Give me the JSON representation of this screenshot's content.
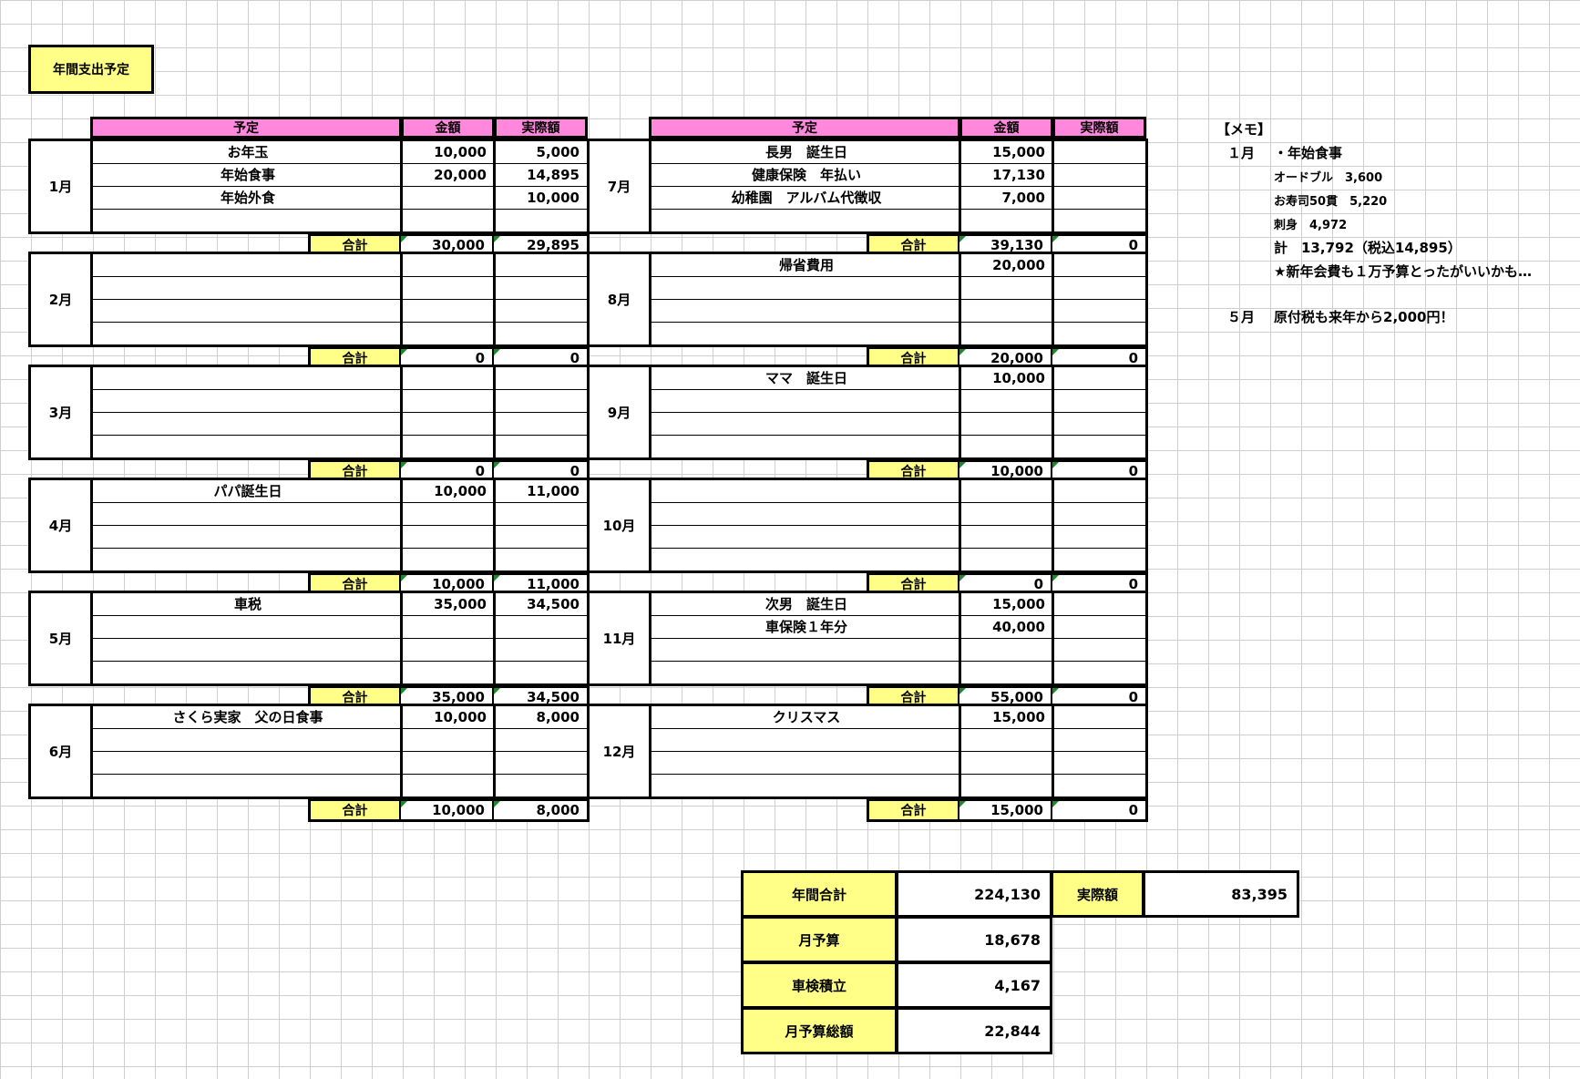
{
  "title": "年間支出予定",
  "headers": {
    "item": "予定",
    "amount": "金額",
    "actual": "実際額"
  },
  "total_label": "合計",
  "left_months": [
    {
      "name": "1月",
      "rows": [
        {
          "item": "お年玉",
          "amount": "10,000",
          "actual": "5,000"
        },
        {
          "item": "年始食事",
          "amount": "20,000",
          "actual": "14,895"
        },
        {
          "item": "年始外食",
          "amount": "",
          "actual": "10,000"
        },
        {
          "item": "",
          "amount": "",
          "actual": ""
        }
      ],
      "total_amount": "30,000",
      "total_actual": "29,895"
    },
    {
      "name": "2月",
      "rows": [
        {
          "item": "",
          "amount": "",
          "actual": ""
        },
        {
          "item": "",
          "amount": "",
          "actual": ""
        },
        {
          "item": "",
          "amount": "",
          "actual": ""
        },
        {
          "item": "",
          "amount": "",
          "actual": ""
        }
      ],
      "total_amount": "0",
      "total_actual": "0"
    },
    {
      "name": "3月",
      "rows": [
        {
          "item": "",
          "amount": "",
          "actual": ""
        },
        {
          "item": "",
          "amount": "",
          "actual": ""
        },
        {
          "item": "",
          "amount": "",
          "actual": ""
        },
        {
          "item": "",
          "amount": "",
          "actual": ""
        }
      ],
      "total_amount": "0",
      "total_actual": "0"
    },
    {
      "name": "4月",
      "rows": [
        {
          "item": "パパ誕生日",
          "amount": "10,000",
          "actual": "11,000"
        },
        {
          "item": "",
          "amount": "",
          "actual": ""
        },
        {
          "item": "",
          "amount": "",
          "actual": ""
        },
        {
          "item": "",
          "amount": "",
          "actual": ""
        }
      ],
      "total_amount": "10,000",
      "total_actual": "11,000"
    },
    {
      "name": "5月",
      "rows": [
        {
          "item": "車税",
          "amount": "35,000",
          "actual": "34,500"
        },
        {
          "item": "",
          "amount": "",
          "actual": ""
        },
        {
          "item": "",
          "amount": "",
          "actual": ""
        },
        {
          "item": "",
          "amount": "",
          "actual": ""
        }
      ],
      "total_amount": "35,000",
      "total_actual": "34,500"
    },
    {
      "name": "6月",
      "rows": [
        {
          "item": "さくら実家　父の日食事",
          "amount": "10,000",
          "actual": "8,000"
        },
        {
          "item": "",
          "amount": "",
          "actual": ""
        },
        {
          "item": "",
          "amount": "",
          "actual": ""
        },
        {
          "item": "",
          "amount": "",
          "actual": ""
        }
      ],
      "total_amount": "10,000",
      "total_actual": "8,000"
    }
  ],
  "right_months": [
    {
      "name": "7月",
      "rows": [
        {
          "item": "長男　誕生日",
          "amount": "15,000",
          "actual": ""
        },
        {
          "item": "健康保険　年払い",
          "amount": "17,130",
          "actual": ""
        },
        {
          "item": "幼稚園　アルバム代徴収",
          "amount": "7,000",
          "actual": ""
        },
        {
          "item": "",
          "amount": "",
          "actual": ""
        }
      ],
      "total_amount": "39,130",
      "total_actual": "0"
    },
    {
      "name": "8月",
      "rows": [
        {
          "item": "帰省費用",
          "amount": "20,000",
          "actual": ""
        },
        {
          "item": "",
          "amount": "",
          "actual": ""
        },
        {
          "item": "",
          "amount": "",
          "actual": ""
        },
        {
          "item": "",
          "amount": "",
          "actual": ""
        }
      ],
      "total_amount": "20,000",
      "total_actual": "0"
    },
    {
      "name": "9月",
      "rows": [
        {
          "item": "ママ　誕生日",
          "amount": "10,000",
          "actual": ""
        },
        {
          "item": "",
          "amount": "",
          "actual": ""
        },
        {
          "item": "",
          "amount": "",
          "actual": ""
        },
        {
          "item": "",
          "amount": "",
          "actual": ""
        }
      ],
      "total_amount": "10,000",
      "total_actual": "0"
    },
    {
      "name": "10月",
      "rows": [
        {
          "item": "",
          "amount": "",
          "actual": ""
        },
        {
          "item": "",
          "amount": "",
          "actual": ""
        },
        {
          "item": "",
          "amount": "",
          "actual": ""
        },
        {
          "item": "",
          "amount": "",
          "actual": ""
        }
      ],
      "total_amount": "0",
      "total_actual": "0"
    },
    {
      "name": "11月",
      "rows": [
        {
          "item": "次男　誕生日",
          "amount": "15,000",
          "actual": ""
        },
        {
          "item": "車保険１年分",
          "amount": "40,000",
          "actual": ""
        },
        {
          "item": "",
          "amount": "",
          "actual": ""
        },
        {
          "item": "",
          "amount": "",
          "actual": ""
        }
      ],
      "total_amount": "55,000",
      "total_actual": "0"
    },
    {
      "name": "12月",
      "rows": [
        {
          "item": "クリスマス",
          "amount": "15,000",
          "actual": ""
        },
        {
          "item": "",
          "amount": "",
          "actual": ""
        },
        {
          "item": "",
          "amount": "",
          "actual": ""
        },
        {
          "item": "",
          "amount": "",
          "actual": ""
        }
      ],
      "total_amount": "15,000",
      "total_actual": "0"
    }
  ],
  "memo": {
    "header": "【メモ】",
    "m1_label": "１月",
    "m1_title": "・年始食事",
    "m1_l1": "オードブル　3,600",
    "m1_l2": "お寿司50貫　5,220",
    "m1_l3": "刺身　4,972",
    "m1_total": "計　13,792（税込14,895）",
    "m1_note": "★新年会費も１万予算とったがいいかも…",
    "m5_label": "５月",
    "m5_text": "原付税も来年から2,000円！"
  },
  "summary": {
    "annual_total_label": "年間合計",
    "annual_total_value": "224,130",
    "actual_label": "実際額",
    "actual_value": "83,395",
    "monthly_budget_label": "月予算",
    "monthly_budget_value": "18,678",
    "inspection_label": "車検積立",
    "inspection_value": "4,167",
    "monthly_total_label": "月予算総額",
    "monthly_total_value": "22,844"
  }
}
